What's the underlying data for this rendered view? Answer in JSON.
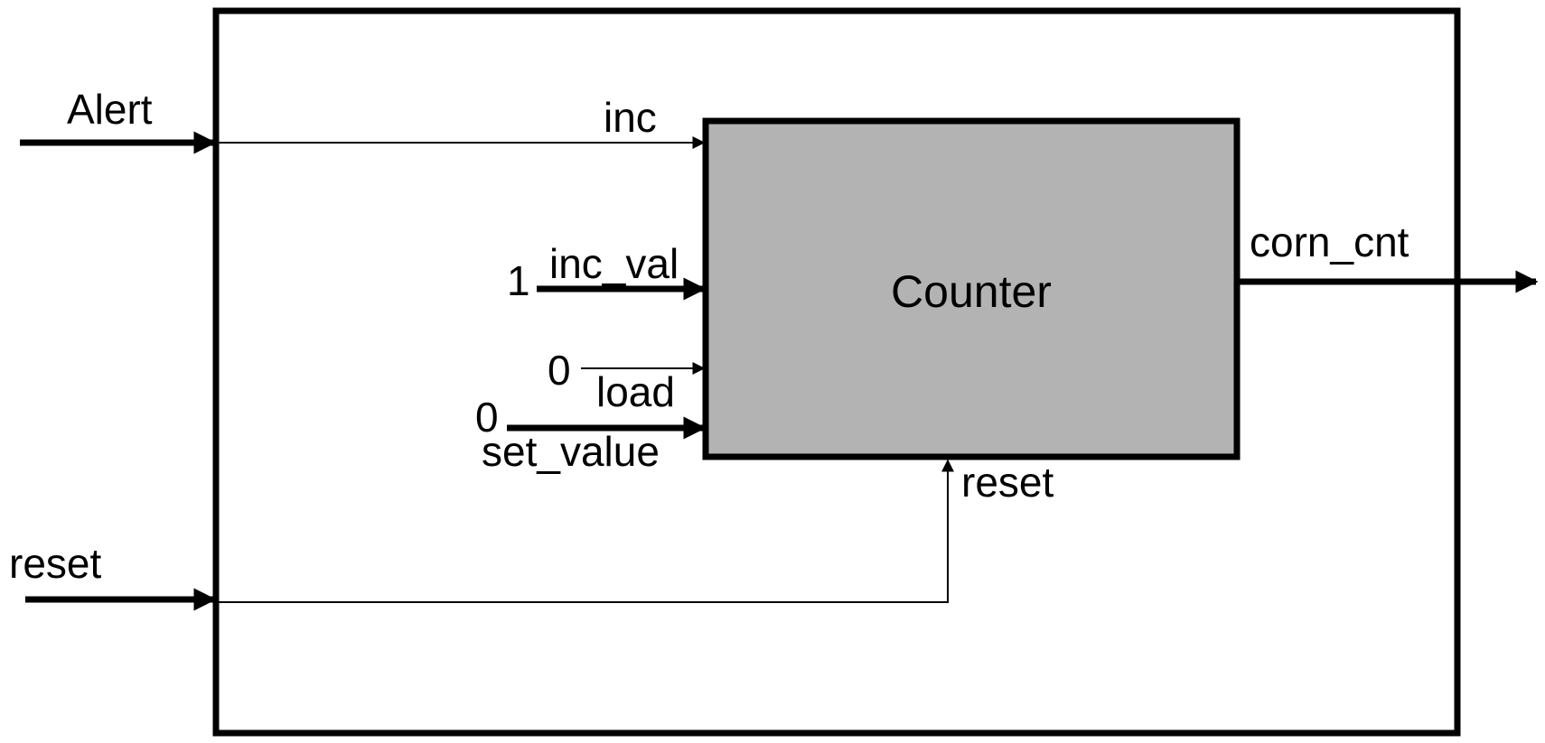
{
  "diagram": {
    "outer_inputs": {
      "alert": "Alert",
      "reset": "reset"
    },
    "outer_output": {
      "corn_cnt": "corn_cnt"
    },
    "counter": {
      "title": "Counter",
      "fill_color": "#b3b3b3",
      "ports": {
        "inc": "inc",
        "inc_val": "inc_val",
        "load": "load",
        "set_value": "set_value",
        "reset": "reset"
      }
    },
    "constants": {
      "inc_val": "1",
      "load": "0",
      "set_value": "0"
    }
  }
}
